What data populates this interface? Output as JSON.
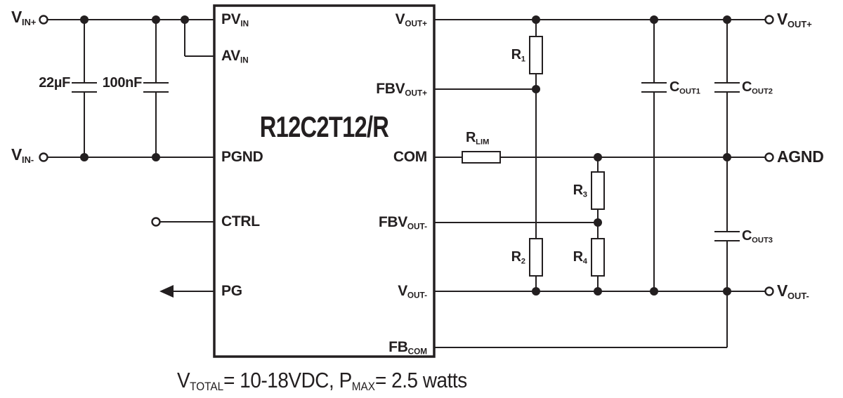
{
  "colors": {
    "line": "#231f20",
    "background": "#ffffff"
  },
  "io": {
    "vin_plus": {
      "main": "V",
      "sub": "IN+"
    },
    "vin_minus": {
      "main": "V",
      "sub": "IN-"
    },
    "vout_plus": {
      "main": "V",
      "sub": "OUT+"
    },
    "agnd": {
      "main": "AGND",
      "sub": ""
    },
    "vout_minus": {
      "main": "V",
      "sub": "OUT-"
    }
  },
  "ic": {
    "part_number": "R12C2T12/R",
    "pins": {
      "pv_in": {
        "main": "PV",
        "sub": "IN"
      },
      "av_in": {
        "main": "AV",
        "sub": "IN"
      },
      "pgnd": {
        "main": "PGND",
        "sub": ""
      },
      "ctrl": {
        "main": "CTRL",
        "sub": ""
      },
      "pg": {
        "main": "PG",
        "sub": ""
      },
      "vout_plus": {
        "main": "V",
        "sub": "OUT+"
      },
      "fbv_out_plus": {
        "main": "FBV",
        "sub": "OUT+"
      },
      "com": {
        "main": "COM",
        "sub": ""
      },
      "fbv_out_minus": {
        "main": "FBV",
        "sub": "OUT-"
      },
      "vout_minus": {
        "main": "V",
        "sub": "OUT-"
      },
      "fb_com": {
        "main": "FB",
        "sub": "COM"
      }
    }
  },
  "components": {
    "cin1": {
      "value": "22µF"
    },
    "cin2": {
      "value": "100nF"
    },
    "r1": {
      "main": "R",
      "sub": "1"
    },
    "r2": {
      "main": "R",
      "sub": "2"
    },
    "r3": {
      "main": "R",
      "sub": "3"
    },
    "r4": {
      "main": "R",
      "sub": "4"
    },
    "rlim": {
      "main": "R",
      "sub": "LIM"
    },
    "cout1": {
      "main": "C",
      "sub": "OUT1"
    },
    "cout2": {
      "main": "C",
      "sub": "OUT2"
    },
    "cout3": {
      "main": "C",
      "sub": "OUT3"
    }
  },
  "caption": {
    "v_main": "V",
    "v_sub": "TOTAL",
    "v_rest": "= 10-18VDC, ",
    "p_main": "P",
    "p_sub": "MAX",
    "p_rest": "= 2.5 watts"
  }
}
